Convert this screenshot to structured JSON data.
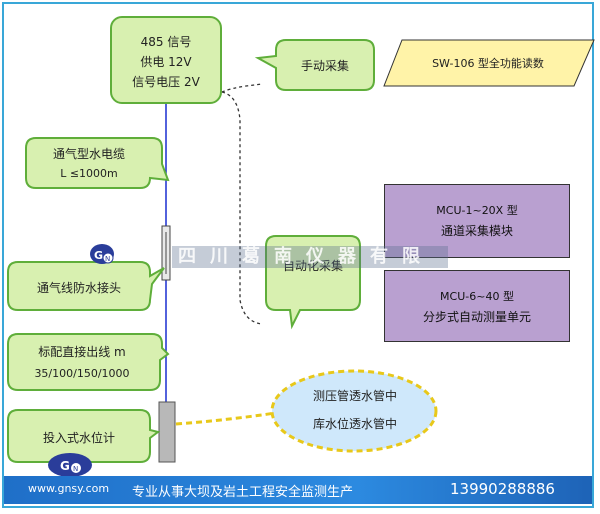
{
  "sensor_box": {
    "line1": "485 信号",
    "line2": "供电 12V",
    "line3": "信号电压 2V"
  },
  "manual": {
    "label": "手动采集"
  },
  "reader": {
    "label": "SW-106 型全功能读数"
  },
  "cable": {
    "line1": "通气型水电缆",
    "line2": "L ≤1000m"
  },
  "module1": {
    "line1": "MCU-1~20X 型",
    "line2": "通道采集模块"
  },
  "auto": {
    "label": "自动化采集"
  },
  "joint": {
    "label": "通气线防水接头"
  },
  "module2": {
    "line1": "MCU-6~40 型",
    "line2": "分步式自动测量单元"
  },
  "direct": {
    "line1": "标配直接出线 m",
    "line2": "35/100/150/1000"
  },
  "apps": {
    "line1": "测压管透水管中",
    "line2": "库水位透水管中"
  },
  "gauge": {
    "label": "投入式水位计"
  },
  "watermark": {
    "text": "四川葛南仪器有限公司"
  },
  "footer": {
    "url": "www.gnsy.com",
    "slogan": "专业从事大坝及岩土工程安全监测生产",
    "phone": "13990288886"
  },
  "colors": {
    "callout_fill": "#d8f0b0",
    "callout_border": "#5fae3a",
    "module_fill": "#b9a0d0",
    "reader_fill": "#fff3a8",
    "ellipse_fill": "#cfe8fb"
  }
}
